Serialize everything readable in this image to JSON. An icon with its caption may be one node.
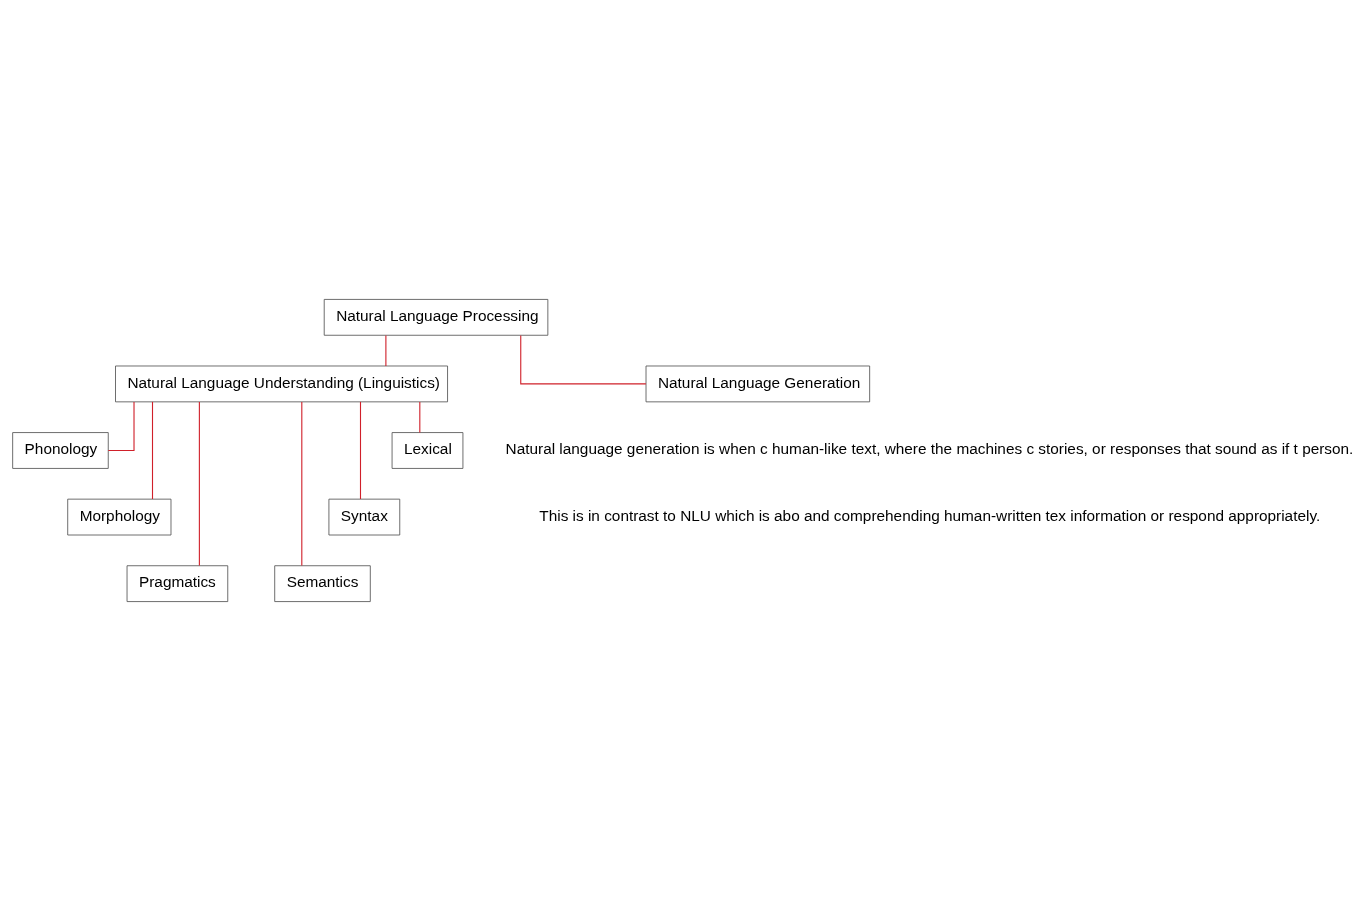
{
  "diagram": {
    "nodes": [
      {
        "text": [
          "Natural Language Processing"
        ]
      },
      {
        "text": [
          "Natural Language Understanding (Linguistics)"
        ]
      },
      {
        "text": [
          "Natural Language Generation"
        ]
      },
      {
        "text": [
          "Phonology"
        ]
      },
      {
        "text": [
          "Lexical"
        ]
      },
      {
        "text": [
          "Morphology"
        ]
      },
      {
        "text": [
          "Syntax"
        ]
      },
      {
        "text": [
          "Pragmatics"
        ]
      },
      {
        "text": [
          "Semantics"
        ]
      }
    ],
    "edges": [
      {
        "from": 0,
        "to": 1,
        "arrow": "none"
      },
      {
        "from": 0,
        "to": 2,
        "arrow": "none"
      },
      {
        "from": 1,
        "to": 3,
        "arrow": "none"
      },
      {
        "from": 1,
        "to": 4,
        "arrow": "none"
      },
      {
        "from": 1,
        "to": 5,
        "arrow": "none"
      },
      {
        "from": 1,
        "to": 6,
        "arrow": "none"
      },
      {
        "from": 1,
        "to": 7,
        "arrow": "none"
      },
      {
        "from": 1,
        "to": 8,
        "arrow": "none"
      }
    ],
    "labels": [
      "Natural language generation is when c human-like text, where the machines c stories, or responses that sound as if t person.",
      "This is in contrast to NLU which is abo and comprehending human-written tex information or respond appropriately."
    ]
  }
}
